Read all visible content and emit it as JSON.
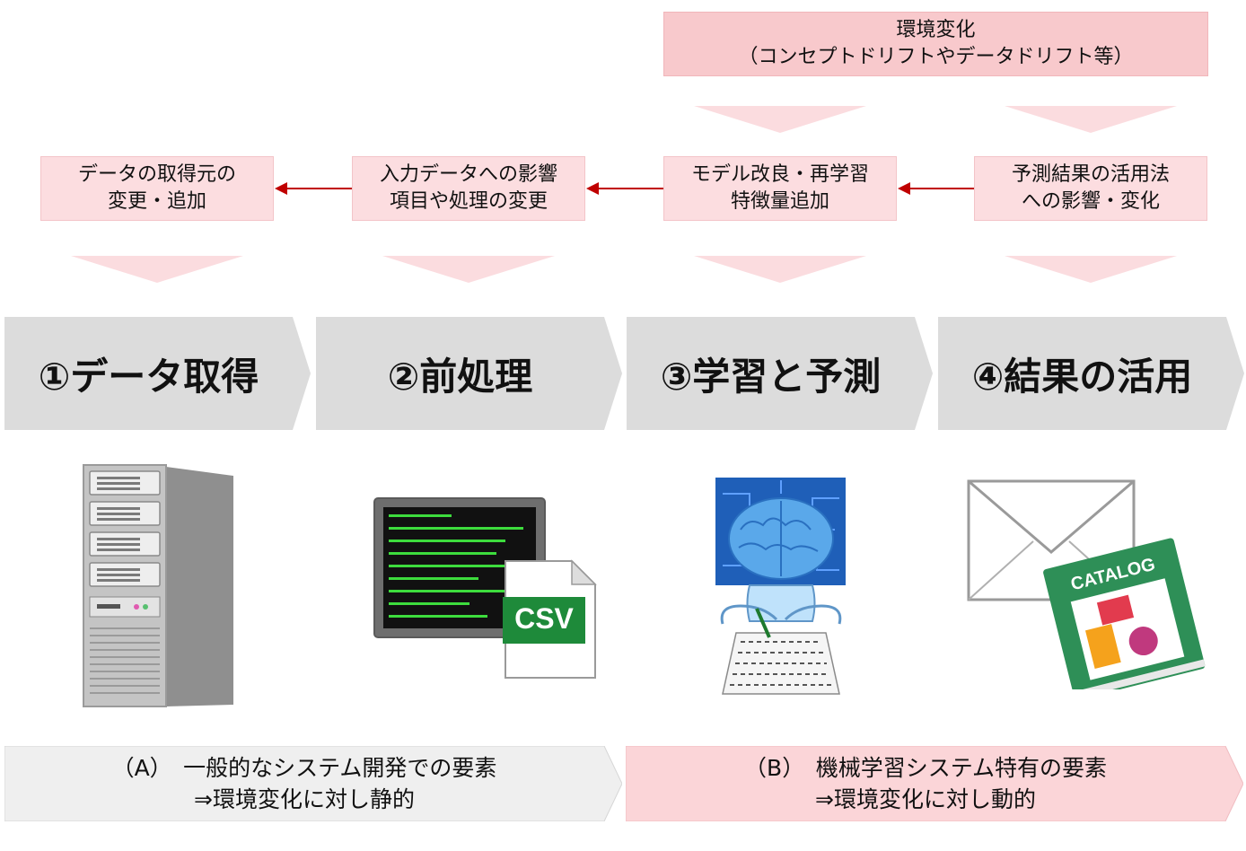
{
  "top_box": {
    "line1": "環境変化",
    "line2": "（コンセプトドリフトやデータドリフト等）"
  },
  "impact_boxes": [
    {
      "line1": "データの取得元の",
      "line2": "変更・追加"
    },
    {
      "line1": "入力データへの影響",
      "line2": "項目や処理の変更"
    },
    {
      "line1": "モデル改良・再学習",
      "line2": "特徴量追加"
    },
    {
      "line1": "予測結果の活用法",
      "line2": "への影響・変化"
    }
  ],
  "steps": [
    {
      "label": "①データ取得"
    },
    {
      "label": "②前処理"
    },
    {
      "label": "③学習と予測"
    },
    {
      "label": "④結果の活用"
    }
  ],
  "illustrations": {
    "csv_label": "CSV",
    "catalog_label": "CATALOG"
  },
  "bottom_boxes": [
    {
      "line1": "（A）　一般的なシステム開発での要素",
      "line2": "⇒環境変化に対し静的"
    },
    {
      "line1": "（B）　機械学習システム特有の要素",
      "line2": "⇒環境変化に対し動的"
    }
  ],
  "colors": {
    "strong_pink": "#f8c9cc",
    "light_pink": "#fcdde0",
    "arrow_red": "#c00000",
    "step_gray": "#dcdcdc",
    "bottom_gray": "#efefef"
  }
}
